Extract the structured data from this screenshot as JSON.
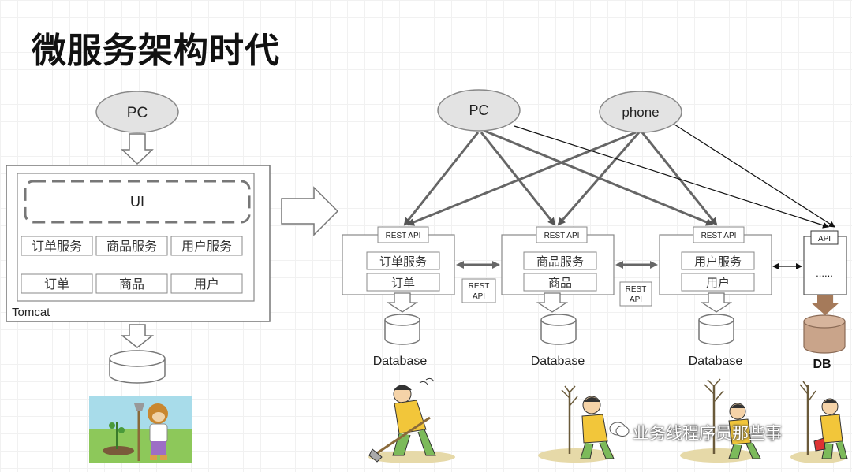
{
  "title": "微服务架构时代",
  "monolith": {
    "client": "PC",
    "ui": "UI",
    "services": [
      "订单服务",
      "商品服务",
      "用户服务"
    ],
    "modules": [
      "订单",
      "商品",
      "用户"
    ],
    "container": "Tomcat"
  },
  "microservices": {
    "clients": [
      "PC",
      "phone"
    ],
    "nodes": [
      {
        "api": "REST API",
        "service": "订单服务",
        "module": "订单",
        "db": "Database"
      },
      {
        "api": "REST API",
        "service": "商品服务",
        "module": "商品",
        "db": "Database"
      },
      {
        "api": "REST API",
        "service": "用户服务",
        "module": "用户",
        "db": "Database"
      }
    ],
    "links": [
      {
        "line1": "REST",
        "line2": "API"
      },
      {
        "line1": "REST",
        "line2": "API"
      }
    ],
    "external": {
      "api": "API",
      "body": "......",
      "db": "DB"
    }
  },
  "watermark": "业务线程序员那些事",
  "colors": {
    "db_brown": "#c9a48a",
    "arrow_brown": "#a57a5a",
    "ellipse": "#e3e3e3"
  }
}
